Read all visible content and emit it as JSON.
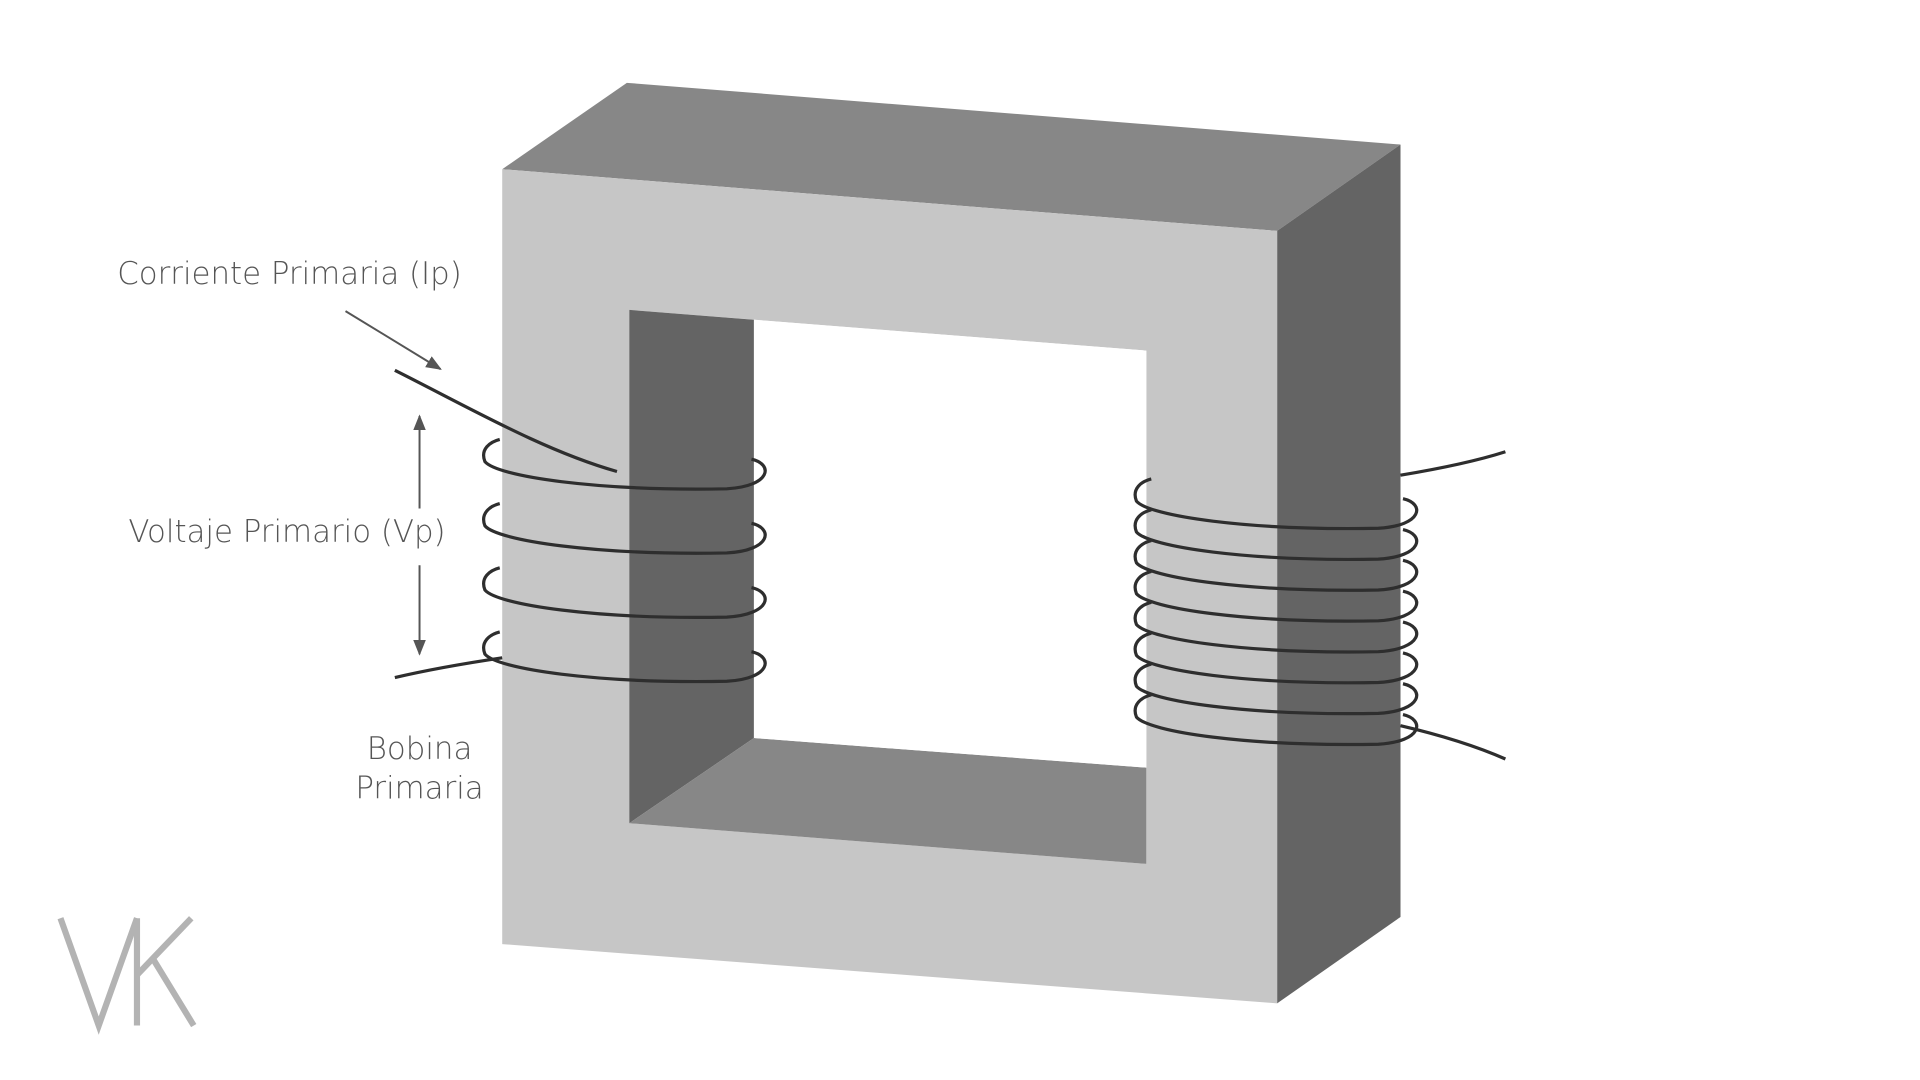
{
  "labels": {
    "primary_current": "Corriente Primaria (Ip)",
    "primary_voltage": "Voltaje Primario (Vp)",
    "primary_coil_line1": "Bobina",
    "primary_coil_line2": "Primaria"
  },
  "logo": "VK",
  "colors": {
    "front": "#c6c6c6",
    "top": "#878787",
    "side": "#646464",
    "wire": "#2e2e2e",
    "logo": "#b3b3b3"
  },
  "coils": {
    "primary_turns": 4,
    "secondary_turns": 8
  }
}
